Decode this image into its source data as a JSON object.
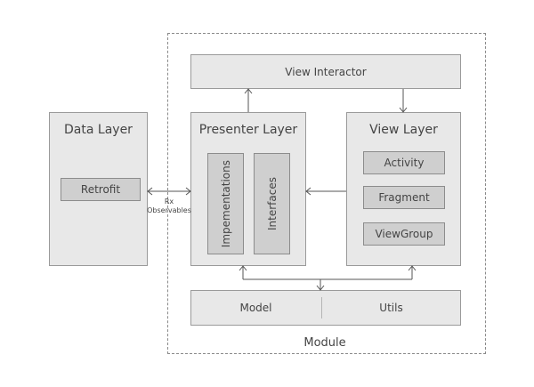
{
  "module": {
    "label": "Module"
  },
  "view_interactor": {
    "label": "View Interactor"
  },
  "data_layer": {
    "title": "Data Layer",
    "retrofit": "Retrofit"
  },
  "presenter_layer": {
    "title": "Presenter Layer",
    "implementations": "Impementations",
    "interfaces": "Interfaces"
  },
  "view_layer": {
    "title": "View Layer",
    "activity": "Activity",
    "fragment": "Fragment",
    "viewgroup": "ViewGroup"
  },
  "connector": {
    "line1": "Rx",
    "line2": "Observables"
  },
  "bottom_bar": {
    "model": "Model",
    "utils": "Utils"
  }
}
